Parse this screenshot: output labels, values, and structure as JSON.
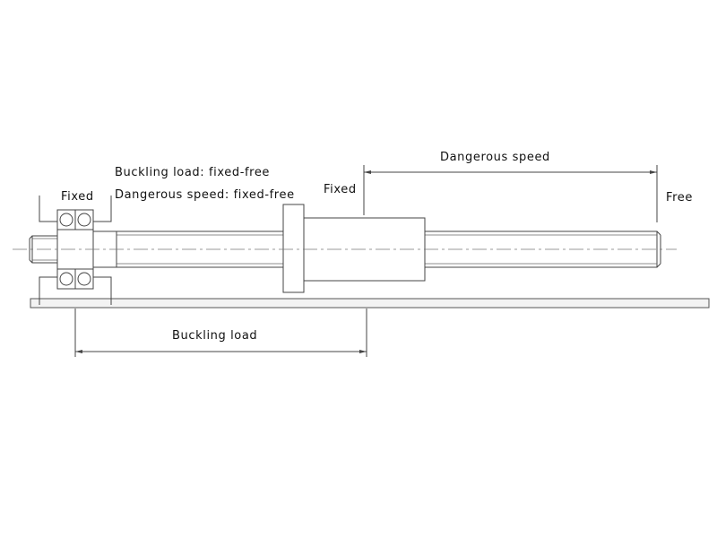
{
  "labels": {
    "fixed_left": "Fixed",
    "buckling_fixed_free": "Buckling load: fixed-free",
    "dangerous_fixed_free": "Dangerous speed: fixed-free",
    "fixed_nut": "Fixed",
    "dangerous_speed": "Dangerous speed",
    "free": "Free",
    "buckling_load": "Buckling load"
  }
}
